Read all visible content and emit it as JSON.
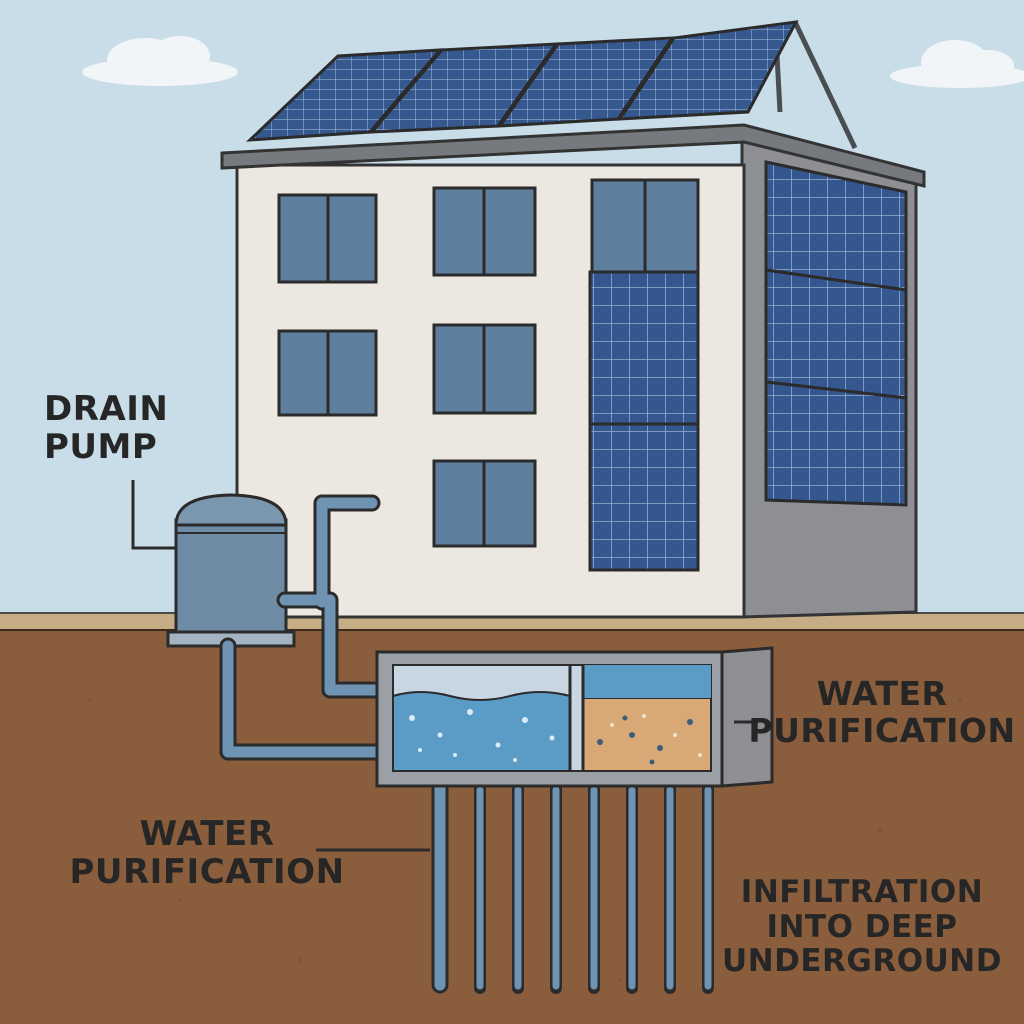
{
  "labels": {
    "drain_pump": [
      "DRAIN",
      "PUMP"
    ],
    "water_purification_right": [
      "WATER",
      "PURIFICATION"
    ],
    "water_purification_left": [
      "WATER",
      "PURIFICATION"
    ],
    "infiltration": [
      "INFILTRATION",
      "INTO DEEP",
      "UNDERGROUND"
    ]
  },
  "colors": {
    "sky": "#c9dde8",
    "soil": "#8a5e3c",
    "wall": "#ece7e1",
    "solar_panel": "#2f4f86",
    "pipe": "#6f93b3",
    "water": "#5b9cc6",
    "sand": "#d9a877"
  }
}
